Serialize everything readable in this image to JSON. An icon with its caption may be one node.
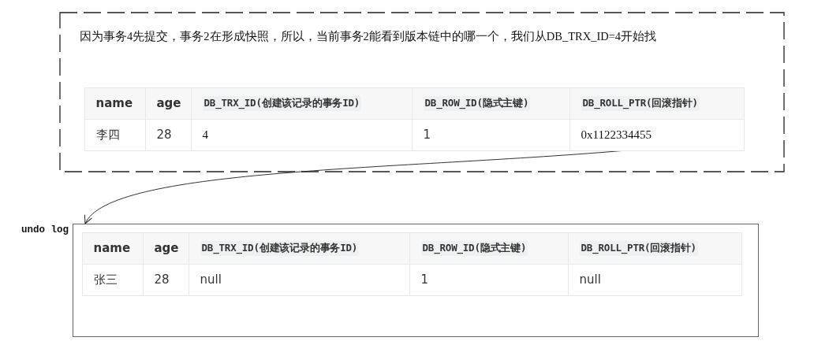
{
  "diagram": {
    "nodes": [
      {
        "text": [
          "因为事务4先提交，事务2在形成快照，所以，当前事务2能看到版本链中的哪一个，我们从DB_TRX_ID=4开始找"
        ]
      },
      {
        "text": [
          "0x1122334455"
        ],
        "in": 0
      },
      {
        "text": [
          "undo log"
        ]
      }
    ],
    "edges": [
      {
        "from": 1,
        "to": 2,
        "arrow": "to"
      }
    ],
    "labels": [
      "name",
      "age",
      "DB_TRX_ID(创建该记录的事务ID)",
      "DB_ROW_ID(隐式主键)",
      "DB_ROLL_PTR(回滚指针)",
      "李四",
      "28",
      "4",
      "1",
      "name",
      "age",
      "DB_TRX_ID(创建该记录的事务ID)",
      "DB_ROW_ID(隐式主键)",
      "DB_ROLL_PTR(回滚指针)",
      "张三",
      "28",
      "null",
      "1",
      "null"
    ]
  }
}
